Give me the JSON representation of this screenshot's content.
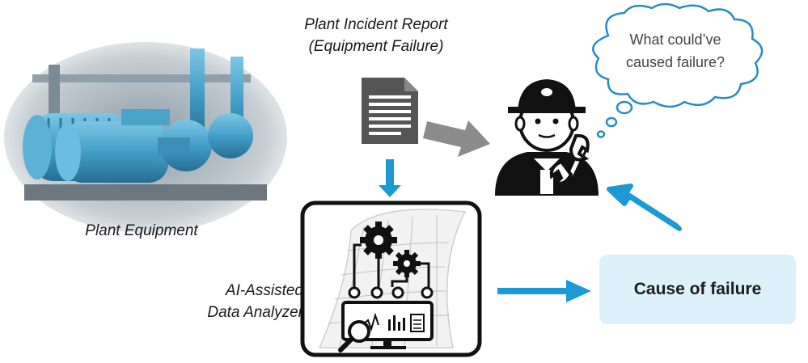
{
  "incident_report": {
    "line1": "Plant Incident Report",
    "line2": "(Equipment Failure)"
  },
  "equipment": {
    "label": "Plant Equipment"
  },
  "analyzer": {
    "line1": "AI-Assisted",
    "line2": "Data Analyzer"
  },
  "thought": {
    "line1": "What could’ve",
    "line2": "caused failure?"
  },
  "result": {
    "label": "Cause of failure"
  },
  "colors": {
    "arrow_blue": "#1b9ad6",
    "arrow_gray": "#8c8c8c",
    "result_box": "#ddf1fb",
    "thought_stroke": "#2a8ac7",
    "machine_blue": "#4aa3c9"
  }
}
